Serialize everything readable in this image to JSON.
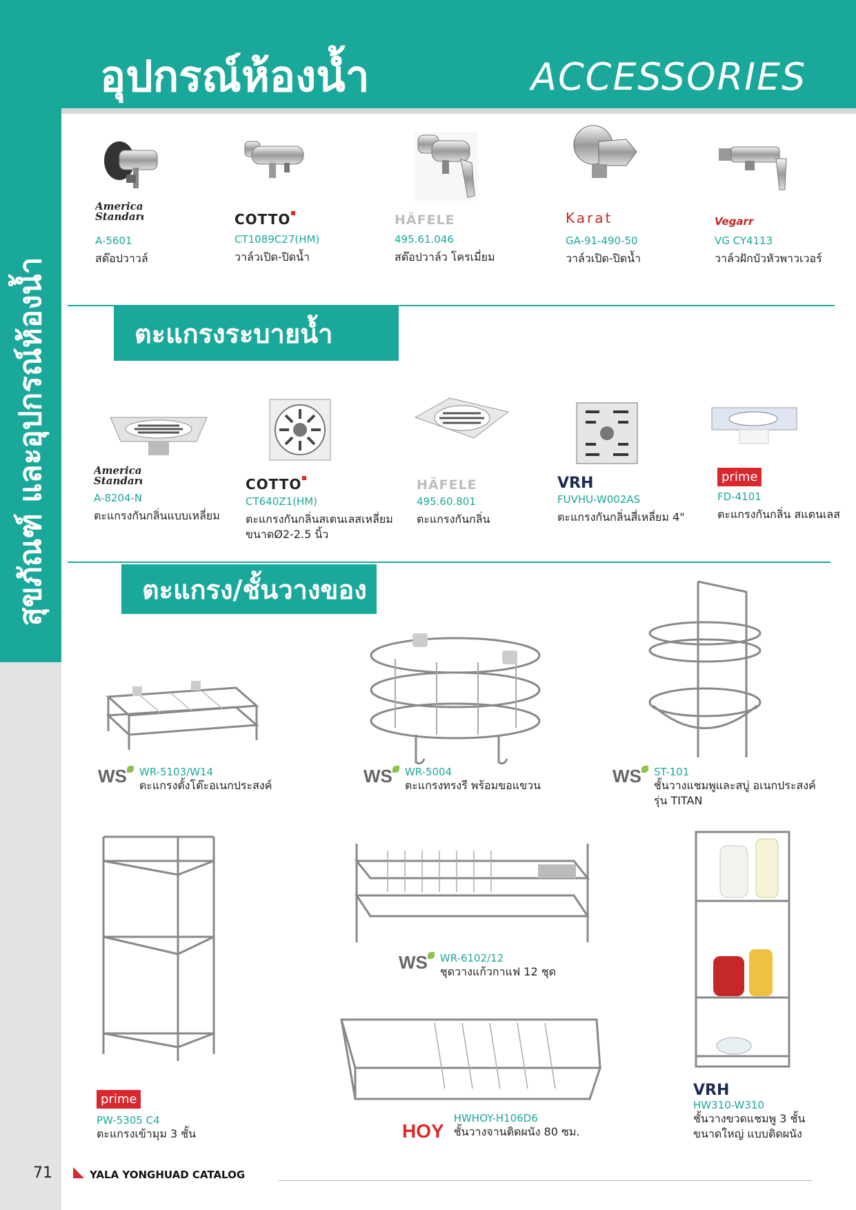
{
  "header": {
    "title_th": "อุปกรณ์ห้องน้ำ",
    "title_en": "ACCESSORIES"
  },
  "side_tab": {
    "label": "สุขภัณฑ์ และอุปกรณ์ห้องน้ำ"
  },
  "colors": {
    "accent": "#1aa89a",
    "red": "#d9272e"
  },
  "section1": {
    "products": [
      {
        "brand": "American Standard",
        "code": "A-5601",
        "desc": "สต๊อปวาวล์"
      },
      {
        "brand": "COTTO",
        "code": "CT1089C27(HM)",
        "desc": "วาล์วเปิด-ปิดน้ำ"
      },
      {
        "brand": "HÄFELE",
        "code": "495.61.046",
        "desc": "สต๊อปวาล์ว โครเมี่ยม"
      },
      {
        "brand": "Karat",
        "code": "GA-91-490-50",
        "desc": "วาล์วเปิด-ปิดน้ำ"
      },
      {
        "brand": "Vegarr",
        "code": "VG CY4113",
        "desc": "วาล์วฝักบัวหัวพาวเวอร์"
      }
    ]
  },
  "section2": {
    "title": "ตะแกรงระบายน้ำ",
    "products": [
      {
        "brand": "American Standard",
        "code": "A-8204-N",
        "desc": "ตะแกรงกันกลิ่นแบบเหลี่ยม"
      },
      {
        "brand": "COTTO",
        "code": "CT640Z1(HM)",
        "desc": "ตะแกรงกันกลิ่นสเตนเลสเหลี่ยม",
        "desc2": "ขนาดØ2-2.5 นิ้ว"
      },
      {
        "brand": "HÄFELE",
        "code": "495.60.801",
        "desc": "ตะแกรงกันกลิ่น"
      },
      {
        "brand": "VRH",
        "code": "FUVHU-W002AS",
        "desc": "ตะแกรงกันกลิ่นสี่เหลี่ยม 4\""
      },
      {
        "brand": "prime",
        "code": "FD-4101",
        "desc": "ตะแกรงกันกลิ่น สแตนเลส"
      }
    ]
  },
  "section3": {
    "title": "ตะแกรง/ชั้นวางของ",
    "products": [
      {
        "brand": "WS",
        "code": "WR-5103/W14",
        "desc": "ตะแกรงตั้งโต๊ะอเนกประสงค์"
      },
      {
        "brand": "WS",
        "code": "WR-5004",
        "desc": "ตะแกรงทรงรี พร้อมขอแขวน"
      },
      {
        "brand": "WS",
        "code": "ST-101",
        "desc": "ชั้นวางแชมพูและสบู่ อเนกประสงค์",
        "desc2": "รุ่น TITAN"
      },
      {
        "brand": "prime",
        "code": "PW-5305 C4",
        "desc": "ตะแกรงเข้ามุม 3 ชั้น"
      },
      {
        "brand": "WS",
        "code": "WR-6102/12",
        "desc": "ชุดวางแก้วกาแฟ 12 ชุด"
      },
      {
        "brand": "HOY",
        "code": "HWHOY-H106D6",
        "desc": "ชั้นวางจานติดผนัง 80 ซม."
      },
      {
        "brand": "VRH",
        "code": "HW310-W310",
        "desc": "ชั้นวางขวดแชมพู 3 ชั้น",
        "desc2": "ขนาดใหญ่ แบบติดผนัง"
      }
    ]
  },
  "footer": {
    "page": "71",
    "catalog": "YALA YONGHUAD CATALOG"
  }
}
